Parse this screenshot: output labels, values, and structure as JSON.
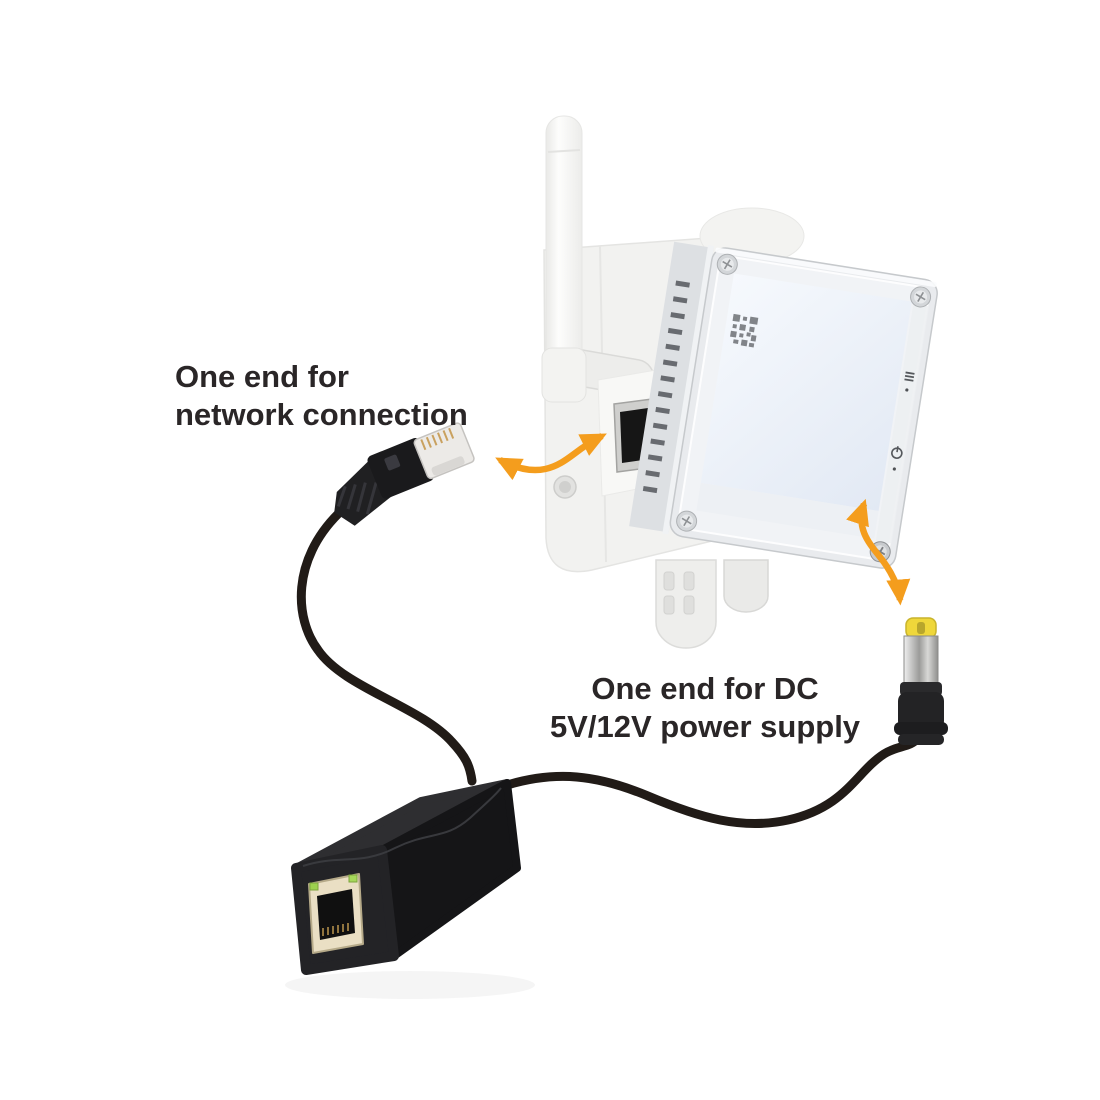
{
  "annotations": {
    "network_label": {
      "line1": "One end for",
      "line2": "network connection"
    },
    "power_label": {
      "line1": "One end for DC",
      "line2": "5V/12V power supply"
    }
  },
  "icons": {
    "menu_icon": "≡",
    "power_icon": "⏻",
    "network_arrow_icon": "double-headed curved arrow",
    "power_arrow_icon": "double-headed curved arrow"
  },
  "colors": {
    "arrow_orange": "#F49D1D",
    "label_text": "#2A2627",
    "cable_black": "#211B17",
    "device_white": "#F2F2F0",
    "screen_blue_white": "#EDF2F9",
    "dc_tip_yellow": "#EFD73A",
    "splitter_black": "#232326",
    "jack_beige": "#EADFC4",
    "led_green": "#9CD04E"
  }
}
